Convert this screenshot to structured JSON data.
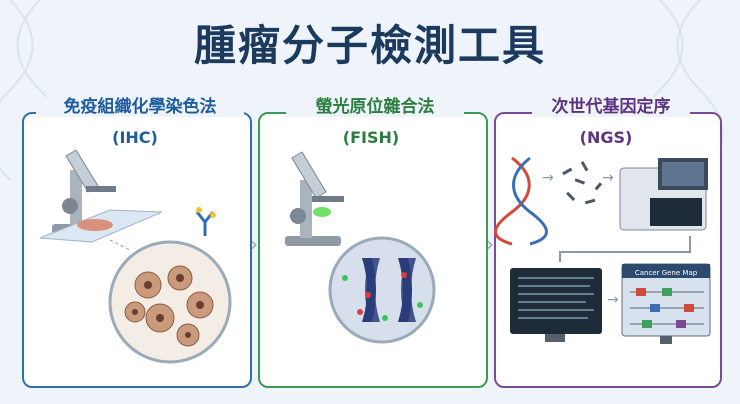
{
  "title": "腫瘤分子檢測工具",
  "panels": [
    {
      "name": "免疫組織化學染色法",
      "abbr": "(IHC)",
      "color": "#2f6fb0"
    },
    {
      "name": "螢光原位雜合法",
      "abbr": "(FISH)",
      "color": "#3c9a58"
    },
    {
      "name": "次世代基因定序",
      "abbr": "(NGS)",
      "color": "#7a4a96"
    }
  ],
  "ngs_screen_label": "Cancer Gene Map",
  "icons": [
    "microscope-icon",
    "dna-helix-icon",
    "sequencer-icon",
    "monitor-icon",
    "arrow-right-icon"
  ]
}
